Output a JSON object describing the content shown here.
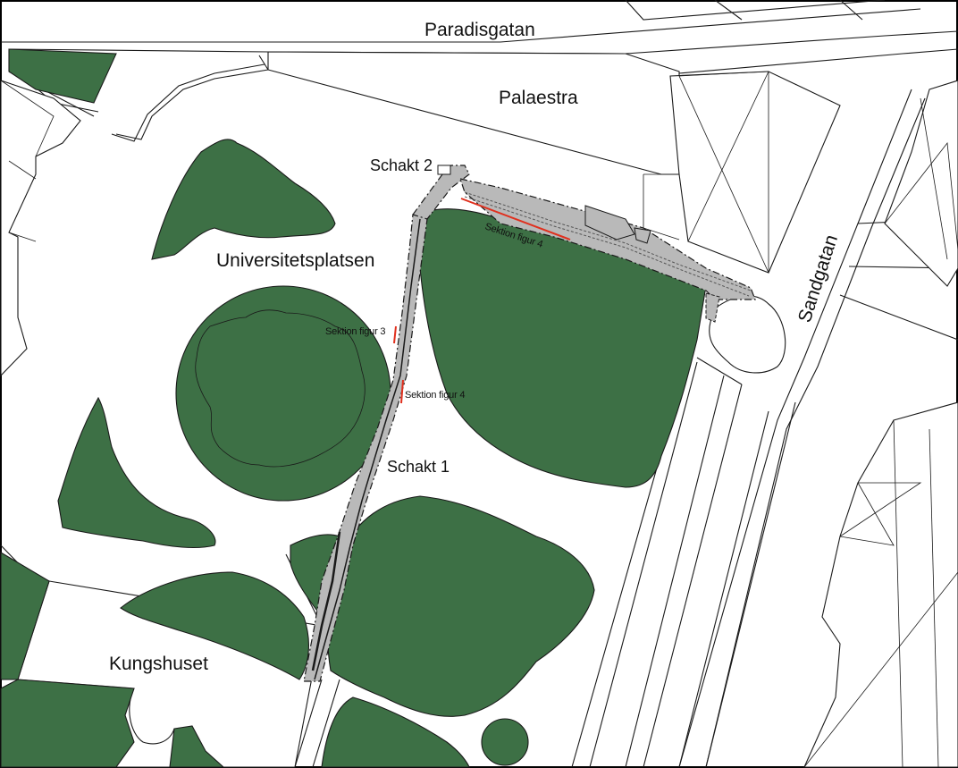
{
  "colors": {
    "greenery": "#3d7045",
    "outline": "#1a1a1a",
    "trench": "#b9b9b9",
    "section_marker": "#e0301e"
  },
  "labels": {
    "paradisgatan": "Paradisgatan",
    "palaestra": "Palaestra",
    "sandgatan": "Sandgatan",
    "universitetsplatsen": "Universitetsplatsen",
    "kungshuset": "Kungshuset",
    "schakt_1": "Schakt 1",
    "schakt_2": "Schakt 2",
    "sektion_figur_3": "Sektion figur 3",
    "sektion_figur_4_trench": "Sektion figur 4",
    "sektion_figur_4_north": "Sektion figur 4"
  }
}
